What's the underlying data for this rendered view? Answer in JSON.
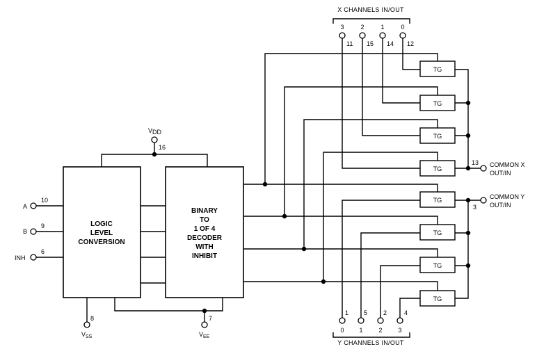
{
  "diagram": {
    "x_header": "X CHANNELS IN/OUT",
    "y_header": "Y CHANNELS IN/OUT",
    "logic_block": [
      "LOGIC",
      "LEVEL",
      "CONVERSION"
    ],
    "decoder_block": [
      "BINARY",
      "TO",
      "1 OF 4",
      "DECODER",
      "WITH",
      "INHIBIT"
    ],
    "tg_label": "TG",
    "vdd": {
      "main": "V",
      "sub": "DD",
      "pin": "16"
    },
    "vss": {
      "main": "V",
      "sub": "SS",
      "pin": "8"
    },
    "vee": {
      "main": "V",
      "sub": "EE",
      "pin": "7"
    },
    "inputs": [
      {
        "name": "A",
        "pin": "10"
      },
      {
        "name": "B",
        "pin": "9"
      },
      {
        "name": "INH",
        "pin": "6"
      }
    ],
    "x_channels": [
      {
        "channel": "3",
        "pin": "11"
      },
      {
        "channel": "2",
        "pin": "15"
      },
      {
        "channel": "1",
        "pin": "14"
      },
      {
        "channel": "0",
        "pin": "12"
      }
    ],
    "y_channels": [
      {
        "channel": "0",
        "pin": "1"
      },
      {
        "channel": "1",
        "pin": "5"
      },
      {
        "channel": "2",
        "pin": "2"
      },
      {
        "channel": "3",
        "pin": "4"
      }
    ],
    "common_x": {
      "line1": "COMMON X",
      "line2": "OUT/IN",
      "pin": "13"
    },
    "common_y": {
      "line1": "COMMON Y",
      "line2": "OUT/IN",
      "pin": "3"
    }
  }
}
